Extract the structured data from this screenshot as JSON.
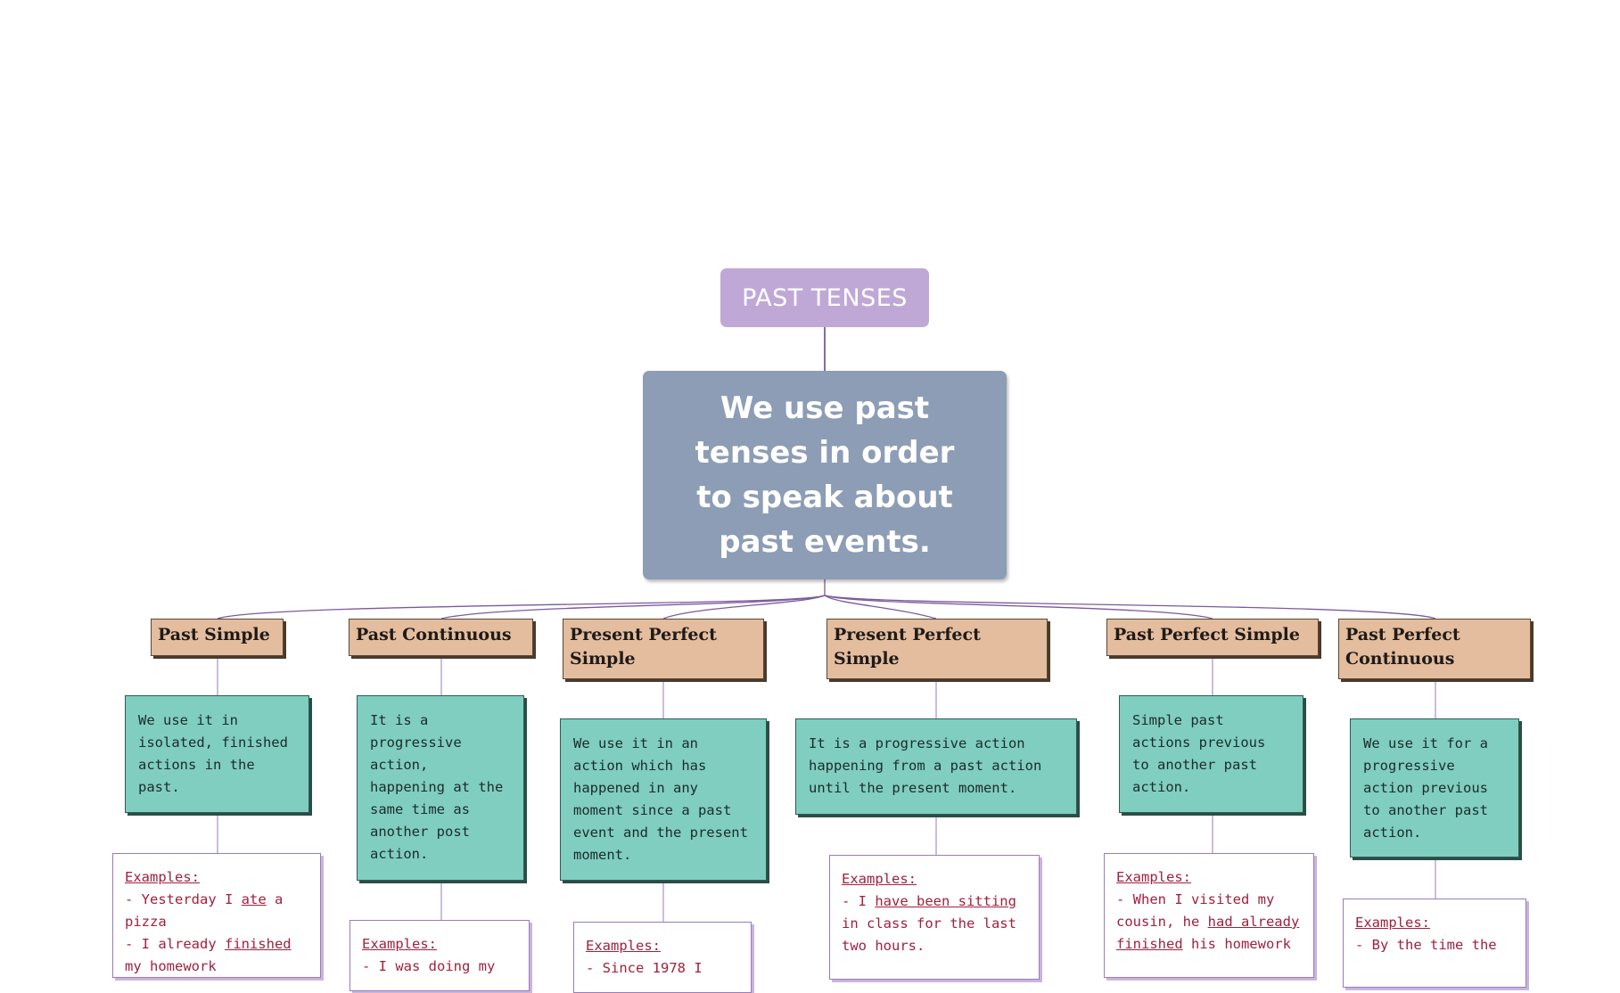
{
  "root": {
    "title": "PAST TENSES"
  },
  "main": {
    "text": "We use past tenses in order to speak about past events."
  },
  "tenses": [
    {
      "name": "Past Simple",
      "description": "We use it in isolated, finished actions in the past.",
      "examples_header": "Examples:",
      "examples": [
        [
          {
            "t": "- Yesterday I "
          },
          {
            "t": "ate",
            "u": true
          },
          {
            "t": " a pizza"
          }
        ],
        [
          {
            "t": "- I already "
          },
          {
            "t": "finished",
            "u": true
          },
          {
            "t": " my homework"
          }
        ]
      ]
    },
    {
      "name": "Past Continuous",
      "description": "It is a progressive action, happening at the same time as another post action.",
      "examples_header": "Examples:",
      "examples": [
        [
          {
            "t": "- I was doing my"
          }
        ]
      ]
    },
    {
      "name": "Present Perfect Simple",
      "description": "We use it in an action which has happened in any moment since a past event and the present moment.",
      "examples_header": "Examples:",
      "examples": [
        [
          {
            "t": "- Since 1978 I"
          }
        ]
      ]
    },
    {
      "name": "Present Perfect Simple",
      "description": "It is a progressive action happening from a past action until the present moment.",
      "examples_header": "Examples:",
      "examples": [
        [
          {
            "t": "- I "
          },
          {
            "t": "have been sitting",
            "u": true
          },
          {
            "t": " in class for the last two hours."
          }
        ]
      ]
    },
    {
      "name": "Past Perfect Simple",
      "description": "Simple past actions previous to another past action.",
      "examples_header": "Examples:",
      "examples": [
        [
          {
            "t": "- When I visited my cousin, he "
          },
          {
            "t": "had already finished",
            "u": true
          },
          {
            "t": " his homework"
          }
        ]
      ]
    },
    {
      "name": "Past Perfect Continuous",
      "description": "We use it for a progressive action previous to another past action.",
      "examples_header": "Examples:",
      "examples": [
        [
          {
            "t": "- By the time the"
          }
        ]
      ]
    }
  ],
  "colors": {
    "root": "#c0a8d6",
    "main": "#8c9db5",
    "tense": "#e3bd9e",
    "description": "#7fcec0",
    "example_text": "#a0213e",
    "connector": "#7b5a9c"
  }
}
